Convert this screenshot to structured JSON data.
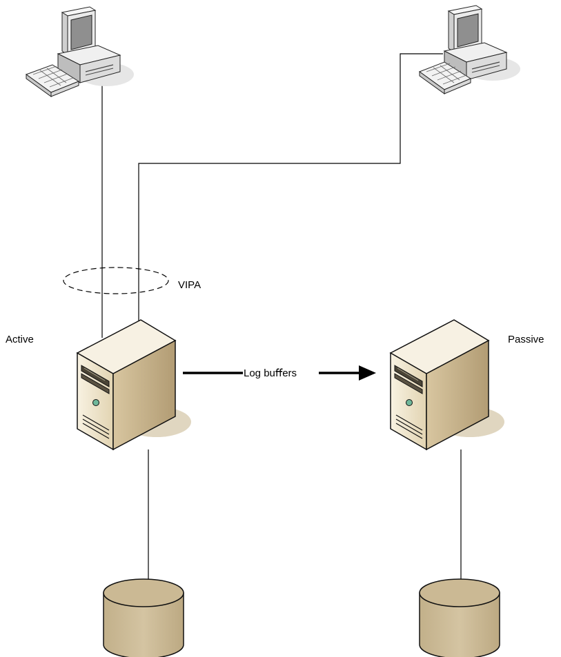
{
  "labels": {
    "active": "Active",
    "passive": "Passive",
    "vipa": "VIPA",
    "log_buffers": "Log buﬀers"
  },
  "nodes": {
    "client_1": "workstation-icon",
    "client_2": "workstation-icon",
    "active_server": "server-tower-icon",
    "passive_server": "server-tower-icon",
    "active_storage": "disk-cylinder-icon",
    "passive_storage": "disk-cylinder-icon"
  },
  "colors": {
    "line": "#000000",
    "disk_fill": "#c8b894",
    "shadow": "#e0d6c0",
    "server_front": "#ede3c9",
    "server_side": "#c4b08a",
    "server_top": "#f7f1e3",
    "monitor_body": "#e9e9e9",
    "monitor_screen": "#9a9a9a"
  }
}
